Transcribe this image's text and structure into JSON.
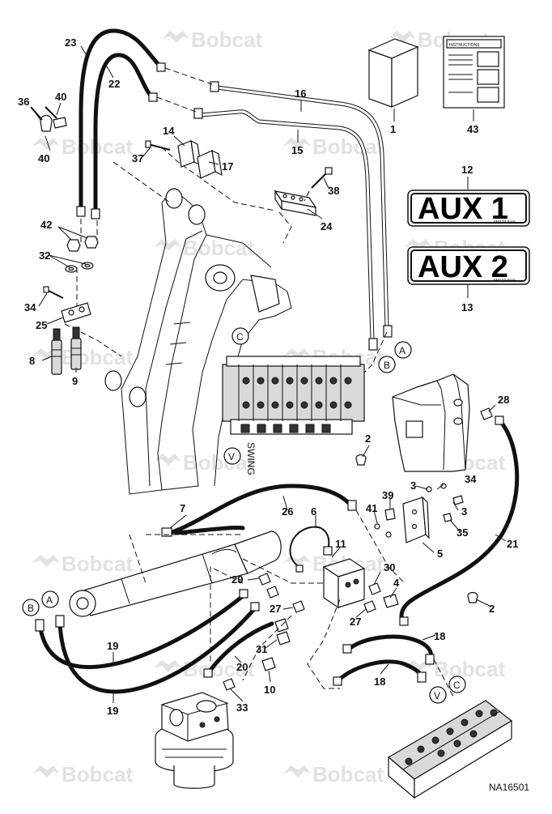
{
  "watermark": {
    "brand": "Bobcat"
  },
  "decals": {
    "aux1": "AUX 1",
    "aux2": "AUX 2",
    "aux1_part": "6M123 AUX",
    "aux2_part": "6M123 AUX",
    "instructions": "INSTRUCTIONS"
  },
  "valve_label": "SWING",
  "diagram_id": "NA16501",
  "connectors": [
    "A",
    "B",
    "C",
    "V"
  ],
  "callouts": {
    "c1": "1",
    "c2": "2",
    "c3": "3",
    "c4": "4",
    "c5": "5",
    "c6": "6",
    "c7": "7",
    "c8": "8",
    "c9": "9",
    "c10": "10",
    "c11": "11",
    "c12": "12",
    "c13": "13",
    "c14": "14",
    "c15": "15",
    "c16": "16",
    "c17": "17",
    "c18": "18",
    "c19": "19",
    "c20": "20",
    "c21": "21",
    "c22": "22",
    "c23": "23",
    "c24": "24",
    "c25": "25",
    "c26": "26",
    "c27": "27",
    "c28": "28",
    "c29": "29",
    "c30": "30",
    "c31": "31",
    "c32": "32",
    "c33": "33",
    "c34": "34",
    "c35": "35",
    "c36": "36",
    "c37": "37",
    "c38": "38",
    "c39": "39",
    "c40": "40",
    "c41": "41",
    "c42": "42",
    "c43": "43"
  }
}
